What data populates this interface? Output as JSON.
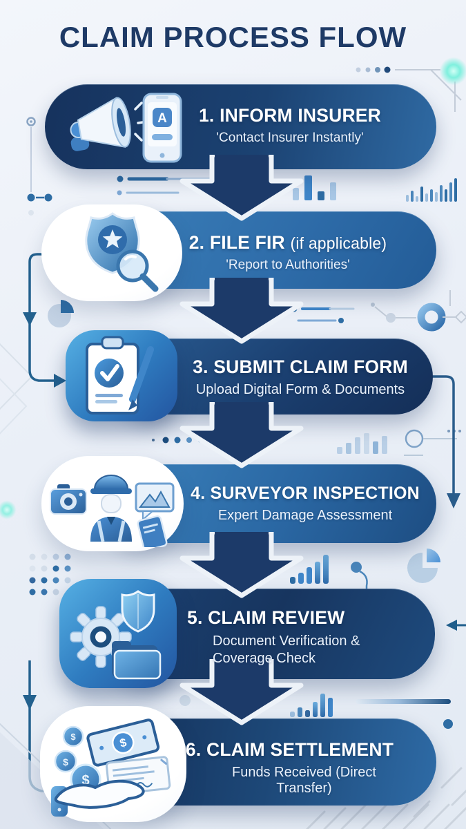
{
  "title": "CLAIM PROCESS FLOW",
  "colors": {
    "title_navy": "#1e3a66",
    "pill_navy": "#16325d",
    "pill_blue": "#2e6ca9",
    "arrow_navy": "#1c3a69",
    "accent_blue": "#2e6da4",
    "glow_teal": "#7ff0de",
    "background": "#eaeff7",
    "text_white": "#ffffff"
  },
  "steps": [
    {
      "number": "1.",
      "title": "INFORM INSURER",
      "title_suffix": "",
      "subtitle": "'Contact Insurer Instantly'",
      "icons": [
        "megaphone-icon",
        "mobile-app-icon"
      ],
      "app_letter": "A"
    },
    {
      "number": "2.",
      "title": "FILE FIR",
      "title_suffix": "(if applicable)",
      "subtitle": "'Report to Authorities'",
      "icons": [
        "police-badge-icon",
        "star-icon",
        "magnifier-icon"
      ]
    },
    {
      "number": "3.",
      "title": "SUBMIT CLAIM FORM",
      "title_suffix": "",
      "subtitle": "Upload Digital Form & Documents",
      "icons": [
        "clipboard-icon",
        "check-circle-icon",
        "pen-icon"
      ]
    },
    {
      "number": "4.",
      "title": "SURVEYOR INSPECTION",
      "title_suffix": "",
      "subtitle": "Expert Damage Assessment",
      "icons": [
        "surveyor-icon",
        "hard-hat-icon",
        "camera-icon",
        "photo-frame-icon",
        "tablet-icon"
      ]
    },
    {
      "number": "5.",
      "title": "CLAIM REVIEW",
      "title_suffix": "",
      "subtitle": "Document Verification & Coverage Check",
      "icons": [
        "gear-icon",
        "shield-icon",
        "folder-icon"
      ]
    },
    {
      "number": "6.",
      "title": "CLAIM SETTLEMENT",
      "title_suffix": "",
      "subtitle": "Funds Received (Direct Transfer)",
      "icons": [
        "hand-icon",
        "banknote-icon",
        "coin-icon",
        "cheque-icon"
      ],
      "money_symbol": "$"
    }
  ],
  "decorations": [
    "bar-chart-decoration",
    "pie-chart-decoration",
    "donut-ring-decoration",
    "connector-arrow",
    "dot-grid-decoration",
    "glow-orb",
    "hatch-lines",
    "circuit-line"
  ]
}
